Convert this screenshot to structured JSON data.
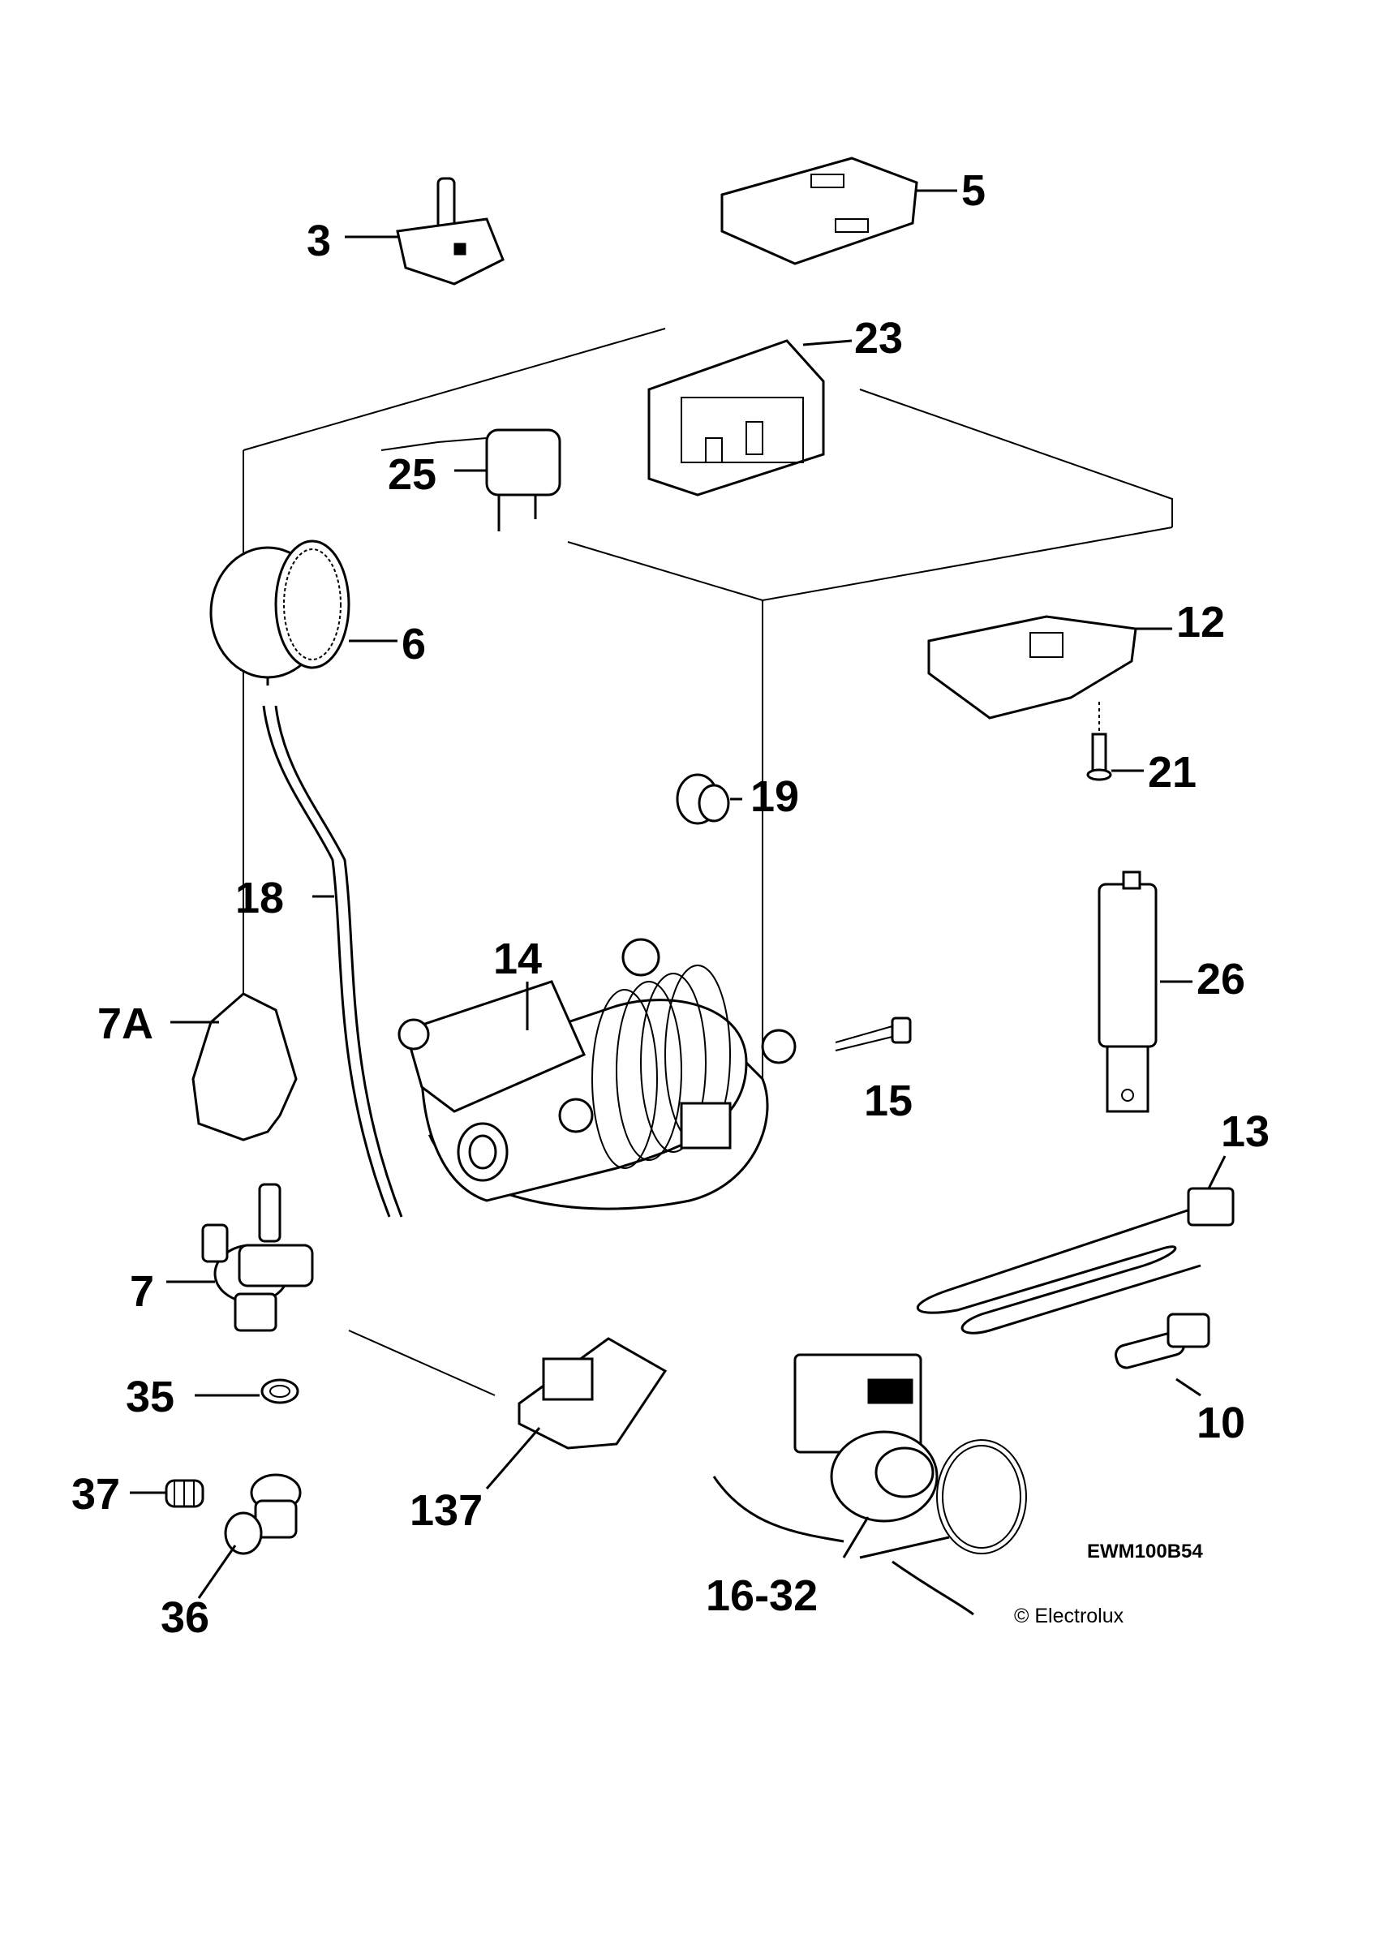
{
  "callouts": {
    "c3": "3",
    "c5": "5",
    "c23": "23",
    "c25": "25",
    "c6": "6",
    "c12": "12",
    "c21": "21",
    "c19": "19",
    "c18": "18",
    "c14": "14",
    "c26": "26",
    "c7a": "7A",
    "c15": "15",
    "c13": "13",
    "c7": "7",
    "c35": "35",
    "c10": "10",
    "c137": "137",
    "c37": "37",
    "c36": "36",
    "c1632": "16-32"
  },
  "model_code": "EWM100B54",
  "copyright": "© Electrolux"
}
